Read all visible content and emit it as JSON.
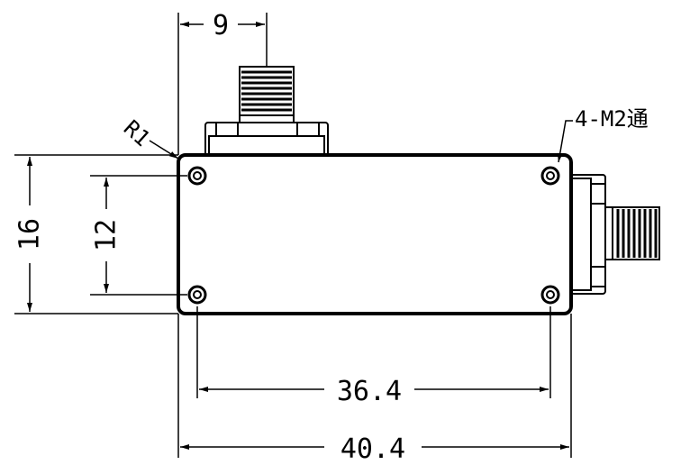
{
  "drawing": {
    "dimensions": {
      "connector_offset": "9",
      "hole_pitch_horizontal": "36.4",
      "overall_length": "40.4",
      "overall_height": "16",
      "hole_pitch_vertical": "12"
    },
    "callouts": {
      "corner_radius": "R1",
      "mounting_holes": "4-M2通"
    }
  }
}
